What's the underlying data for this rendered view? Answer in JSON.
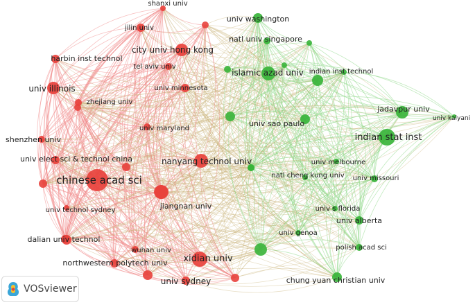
{
  "app": {
    "name": "VOSviewer"
  },
  "colors": {
    "cluster_red": "#e8413c",
    "cluster_green": "#38b43a",
    "link_red": "#f08a8a",
    "link_green": "#8fd98b"
  },
  "nodes": [
    {
      "label": "shanxi univ",
      "cluster": "red"
    },
    {
      "label": "jilin univ",
      "cluster": "red"
    },
    {
      "label": "city univ hong kong",
      "cluster": "red"
    },
    {
      "label": "harbin inst technol",
      "cluster": "red"
    },
    {
      "label": "tel aviv univ",
      "cluster": "red"
    },
    {
      "label": "univ minnesota",
      "cluster": "red"
    },
    {
      "label": "univ illinois",
      "cluster": "red"
    },
    {
      "label": "zhejiang univ",
      "cluster": "red"
    },
    {
      "label": "univ maryland",
      "cluster": "red"
    },
    {
      "label": "shenzhen univ",
      "cluster": "red"
    },
    {
      "label": "univ elect sci & technol china",
      "cluster": "red"
    },
    {
      "label": "nanyang technol univ",
      "cluster": "red"
    },
    {
      "label": "chinese acad sci",
      "cluster": "red"
    },
    {
      "label": "jiangnan univ",
      "cluster": "red"
    },
    {
      "label": "univ technol sydney",
      "cluster": "red"
    },
    {
      "label": "dalian univ technol",
      "cluster": "red"
    },
    {
      "label": "wuhan univ",
      "cluster": "red"
    },
    {
      "label": "xidian univ",
      "cluster": "red"
    },
    {
      "label": "northwestern polytech univ",
      "cluster": "red"
    },
    {
      "label": "univ sydney",
      "cluster": "red"
    },
    {
      "label": "univ washington",
      "cluster": "green"
    },
    {
      "label": "natl univ singapore",
      "cluster": "green"
    },
    {
      "label": "islamic azad univ",
      "cluster": "green"
    },
    {
      "label": "indian inst technol",
      "cluster": "green"
    },
    {
      "label": "jadavpur univ",
      "cluster": "green"
    },
    {
      "label": "univ kalyani",
      "cluster": "green"
    },
    {
      "label": "univ sao paulo",
      "cluster": "green"
    },
    {
      "label": "indian stat inst",
      "cluster": "green"
    },
    {
      "label": "univ melbourne",
      "cluster": "green"
    },
    {
      "label": "natl cheng kung univ",
      "cluster": "green"
    },
    {
      "label": "univ missouri",
      "cluster": "green"
    },
    {
      "label": "univ s florida",
      "cluster": "green"
    },
    {
      "label": "univ alberta",
      "cluster": "green"
    },
    {
      "label": "univ genoa",
      "cluster": "green"
    },
    {
      "label": "polish acad sci",
      "cluster": "green"
    },
    {
      "label": "chung yuan christian univ",
      "cluster": "green"
    }
  ]
}
